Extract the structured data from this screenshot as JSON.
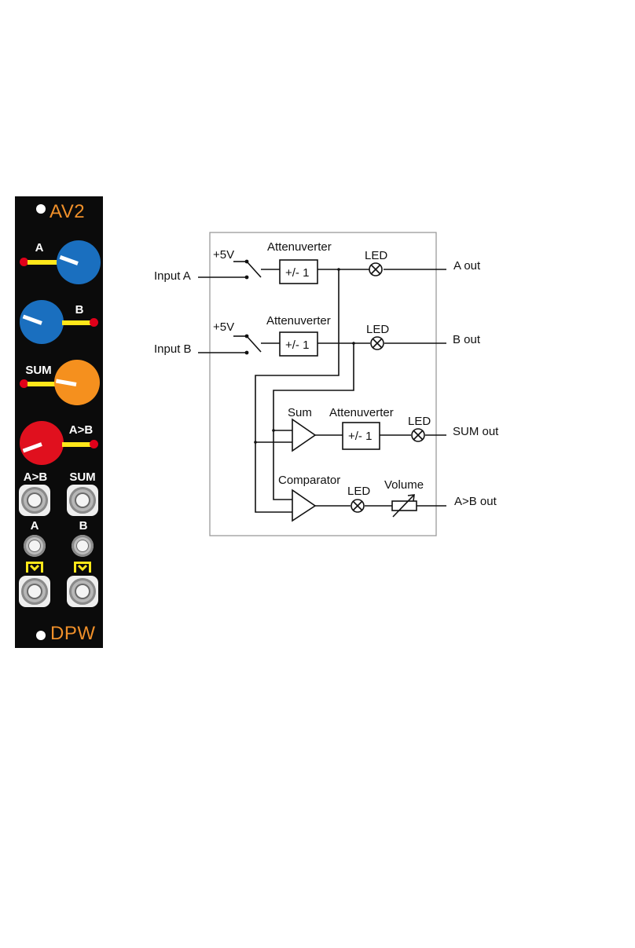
{
  "panel": {
    "title": "AV2",
    "brand": "DPW",
    "labels": {
      "knob_a": "A",
      "knob_b": "B",
      "knob_sum": "SUM",
      "knob_cmp": "A>B",
      "jack_cmp": "A>B",
      "jack_sum": "SUM",
      "jack_a": "A",
      "jack_b": "B"
    },
    "colors": {
      "panel": "#0b0b0b",
      "title": "#f0902a",
      "knob_a": "#1a6fbf",
      "knob_b": "#1a6fbf",
      "knob_sum": "#f5901e",
      "knob_cmp": "#e0101e",
      "led": "#e0001a",
      "indicator_bar": "#ffe71a"
    }
  },
  "diagram": {
    "input_a": "Input A",
    "input_b": "Input B",
    "plus5v_a": "+5V",
    "plus5v_b": "+5V",
    "attenuverter_a_title": "Attenuverter",
    "attenuverter_a_box": "+/- 1",
    "attenuverter_b_title": "Attenuverter",
    "attenuverter_b_box": "+/- 1",
    "led_a": "LED",
    "led_b": "LED",
    "a_out": "A out",
    "b_out": "B out",
    "sum_label": "Sum",
    "attenuverter_sum_title": "Attenuverter",
    "attenuverter_sum_box": "+/- 1",
    "led_sum": "LED",
    "sum_out": "SUM out",
    "comparator_label": "Comparator",
    "led_cmp": "LED",
    "volume_label": "Volume",
    "cmp_out": "A>B out"
  }
}
